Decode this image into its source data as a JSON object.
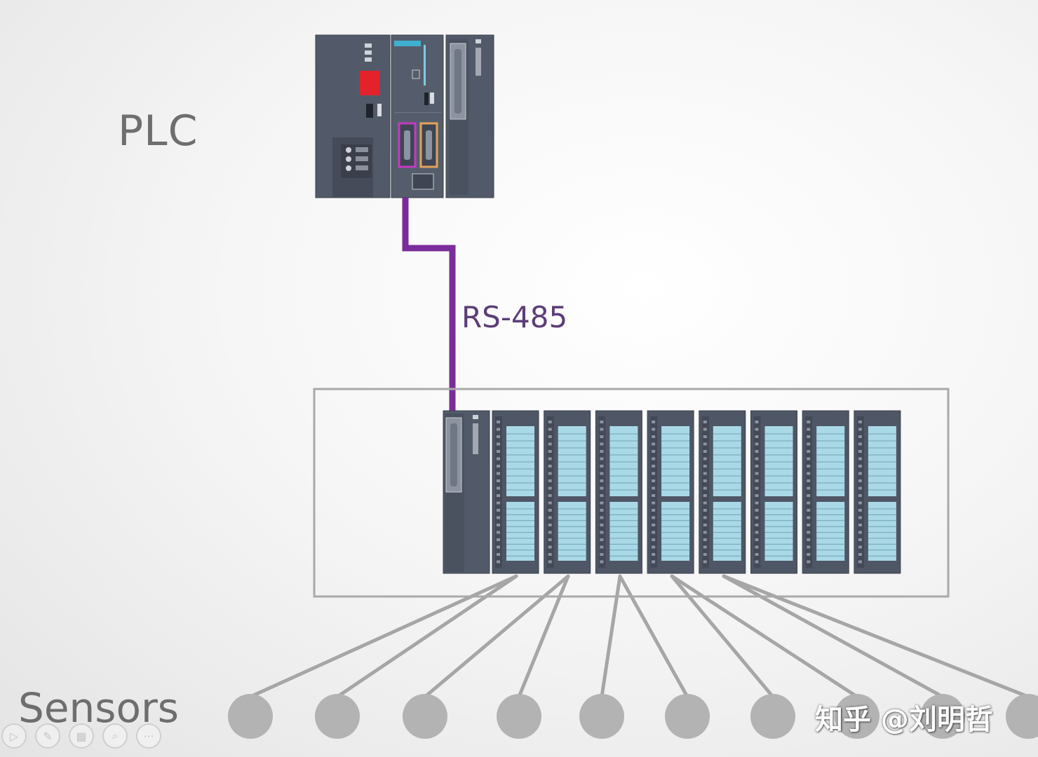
{
  "labels": {
    "plc": "PLC",
    "bus": "RS-485",
    "sensors": "Sensors"
  },
  "watermark": "知乎 @刘明哲",
  "controls": [
    {
      "name": "play-icon",
      "glyph": "▷"
    },
    {
      "name": "pen-icon",
      "glyph": "✎"
    },
    {
      "name": "slides-icon",
      "glyph": "▦"
    },
    {
      "name": "zoom-icon",
      "glyph": "⌕"
    },
    {
      "name": "more-icon",
      "glyph": "···"
    }
  ],
  "colors": {
    "bus_cable": "#7b2c9b",
    "module_body": "#4f5665",
    "module_accent": "#a9d9e6",
    "rack_border": "#a9a9a9",
    "sensor": "#b3b3b3",
    "sensor_wire": "#a6a6a6",
    "port_magenta": "#c23ac4",
    "port_orange": "#e2a35a",
    "stop_button": "#e3222c"
  },
  "io_module_count": 8,
  "sensor_count": 10
}
